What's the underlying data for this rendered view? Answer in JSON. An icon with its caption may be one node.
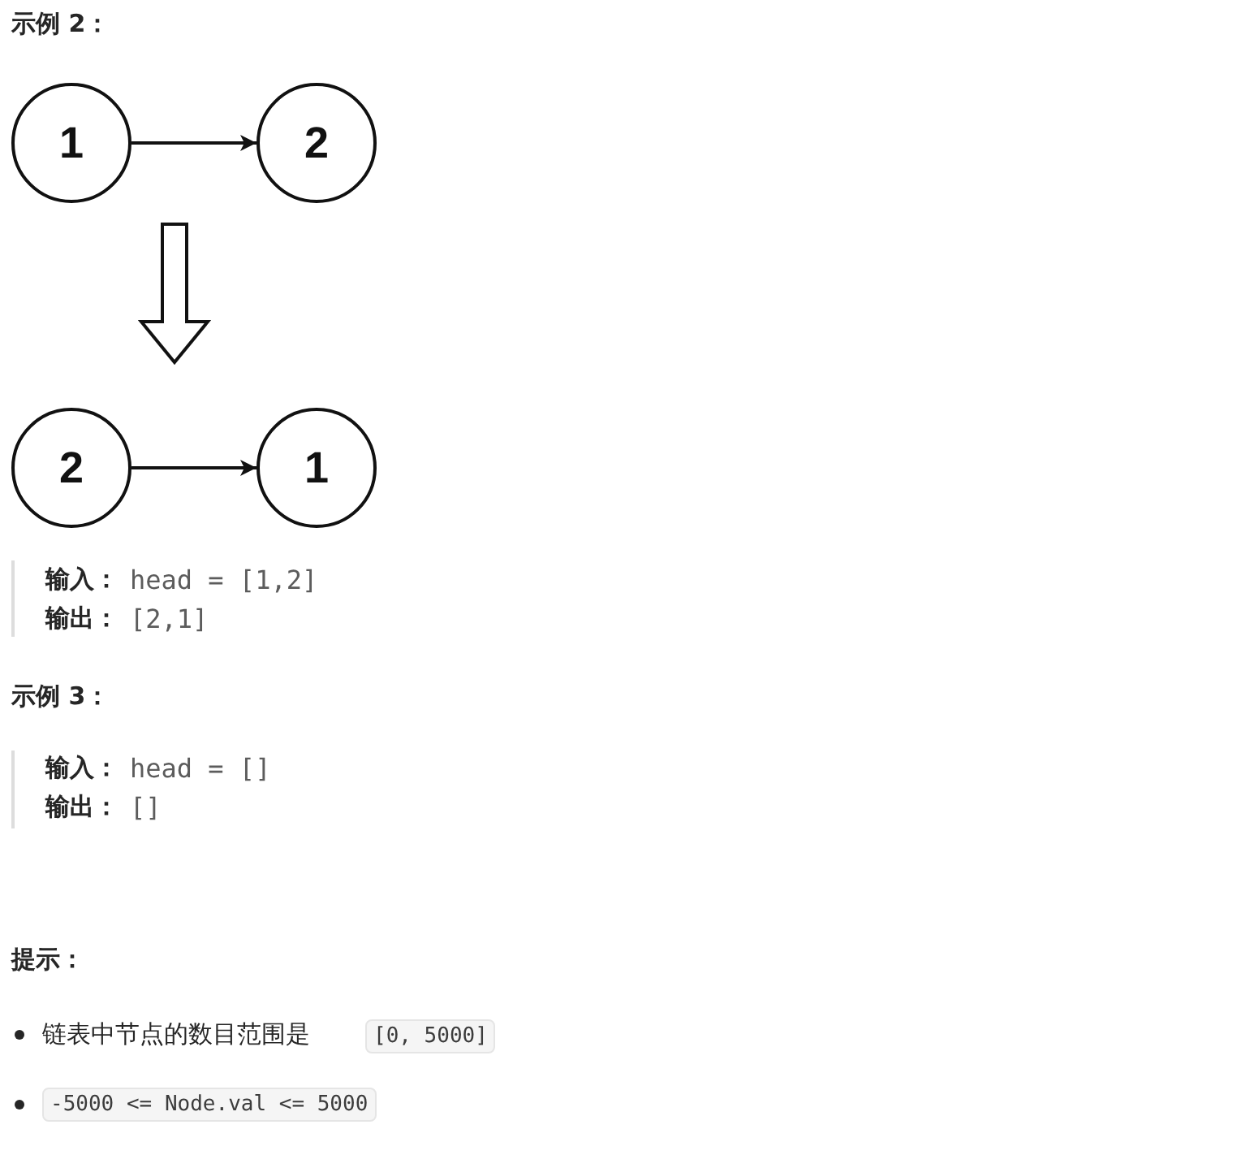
{
  "diagram": {
    "nodes": [
      {
        "text": [
          "1"
        ]
      },
      {
        "text": [
          "2"
        ]
      },
      {
        "text": [
          "2"
        ]
      },
      {
        "text": [
          "1"
        ]
      }
    ],
    "edges": [
      {
        "from": 0,
        "to": 1,
        "arrow": "to"
      },
      {
        "from": 2,
        "to": 3,
        "arrow": "to"
      }
    ],
    "labels": [
      "示例 2：",
      "输入：",
      "head = [1,2]",
      "输出：",
      "[2,1]",
      "示例 3：",
      "输入：",
      "head = []",
      "输出：",
      "[]",
      "提示：",
      "链表中节点的数目范围是",
      "[0, 5000]",
      "-5000 <= Node.val <= 5000"
    ]
  }
}
